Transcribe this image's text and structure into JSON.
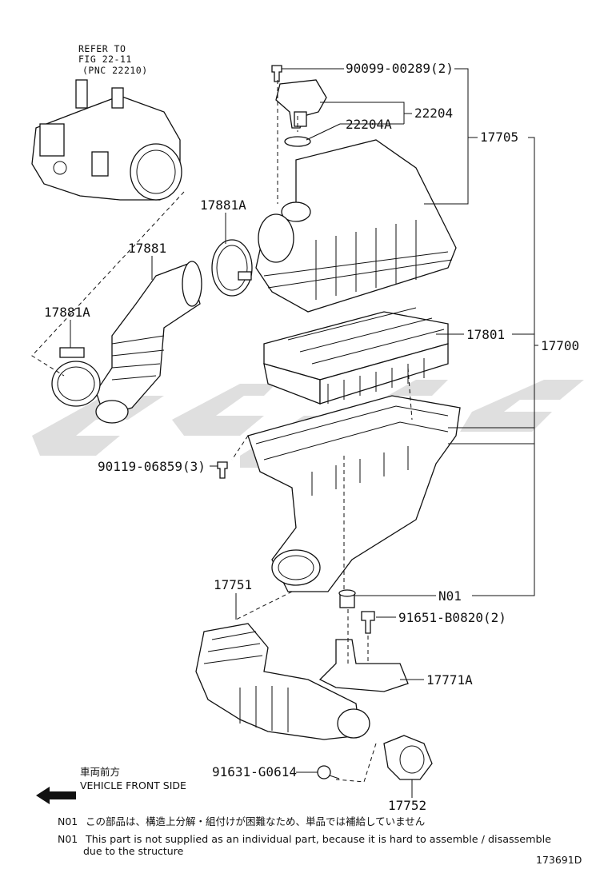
{
  "labels": {
    "refer_line1": "REFER TO",
    "refer_line2": "FIG 22-11",
    "refer_line3": "(PNC 22210)",
    "p_90099": "90099-00289(2)",
    "p_22204": "22204",
    "p_22204A": "22204A",
    "p_17705": "17705",
    "p_17881A_top": "17881A",
    "p_17881": "17881",
    "p_17881A_left": "17881A",
    "p_17801": "17801",
    "p_17700": "17700",
    "p_90119": "90119-06859(3)",
    "p_17751": "17751",
    "p_N01": "N01",
    "p_91651": "91651-B0820(2)",
    "p_17771A": "17771A",
    "p_91631": "91631-G0614",
    "p_17752": "17752"
  },
  "direction": {
    "jp": "車両前方",
    "en": "VEHICLE FRONT SIDE"
  },
  "notes": {
    "n01_code_jp": "N01",
    "n01_text_jp": "この部品は、構造上分解・組付けが困難なため、単品では補給していません",
    "n01_code_en": "N01",
    "n01_text_en_line1": "This part is not supplied as an individual part, because it is hard to assemble / disassemble",
    "n01_text_en_line2": "due to the structure"
  },
  "figure_id": "173691D"
}
